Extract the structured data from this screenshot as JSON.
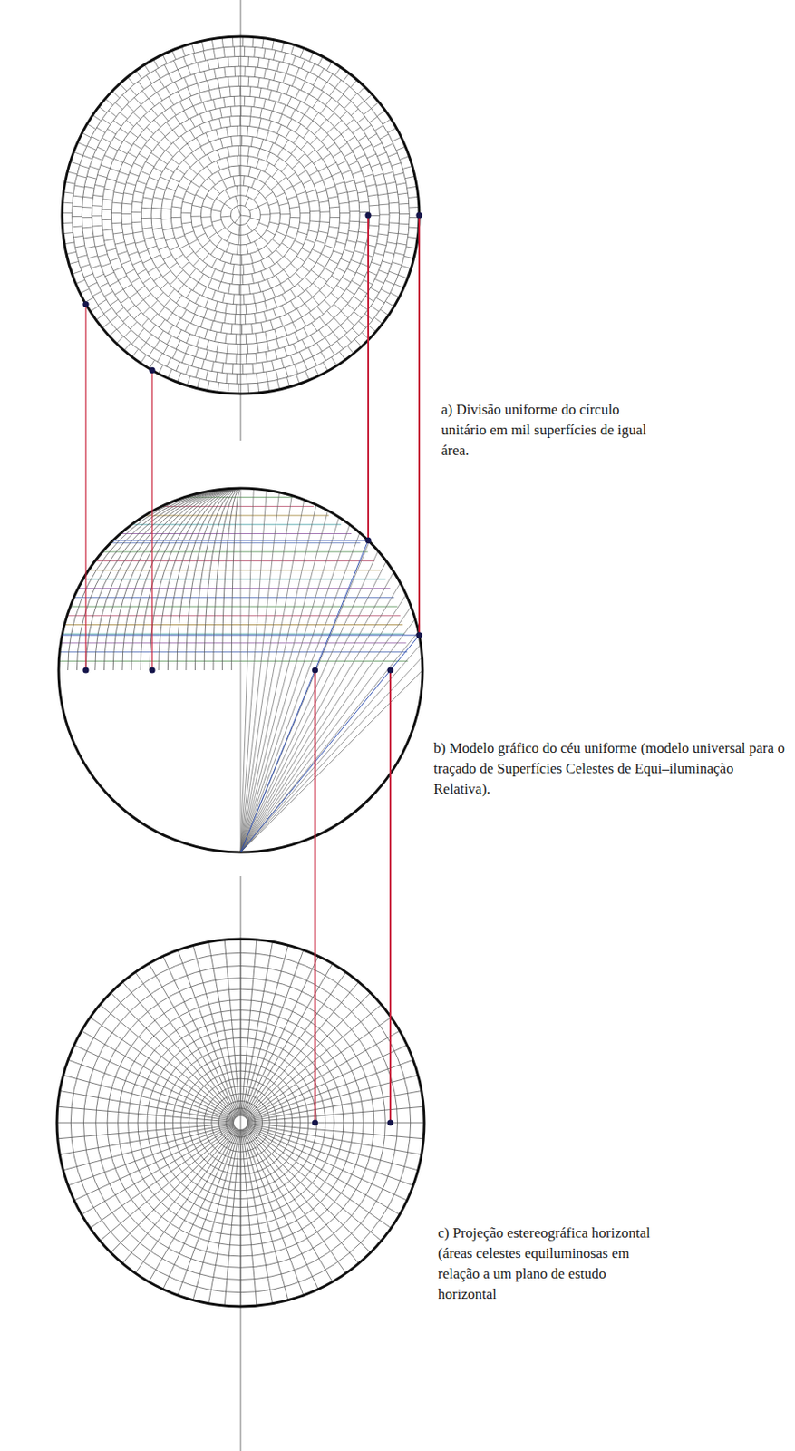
{
  "diagram": {
    "labels": [
      "a) Divisão uniforme do círculo unitário em mil superfícies de igual área.",
      "b) Modelo gráfico do céu uniforme (modelo universal para o traçado de Superfícies Celestes de Equi–iluminação Relativa).",
      "c) Projeção estereográfica horizontal (áreas celestes equiluminosas em relação a um plano de estudo horizontal"
    ]
  }
}
